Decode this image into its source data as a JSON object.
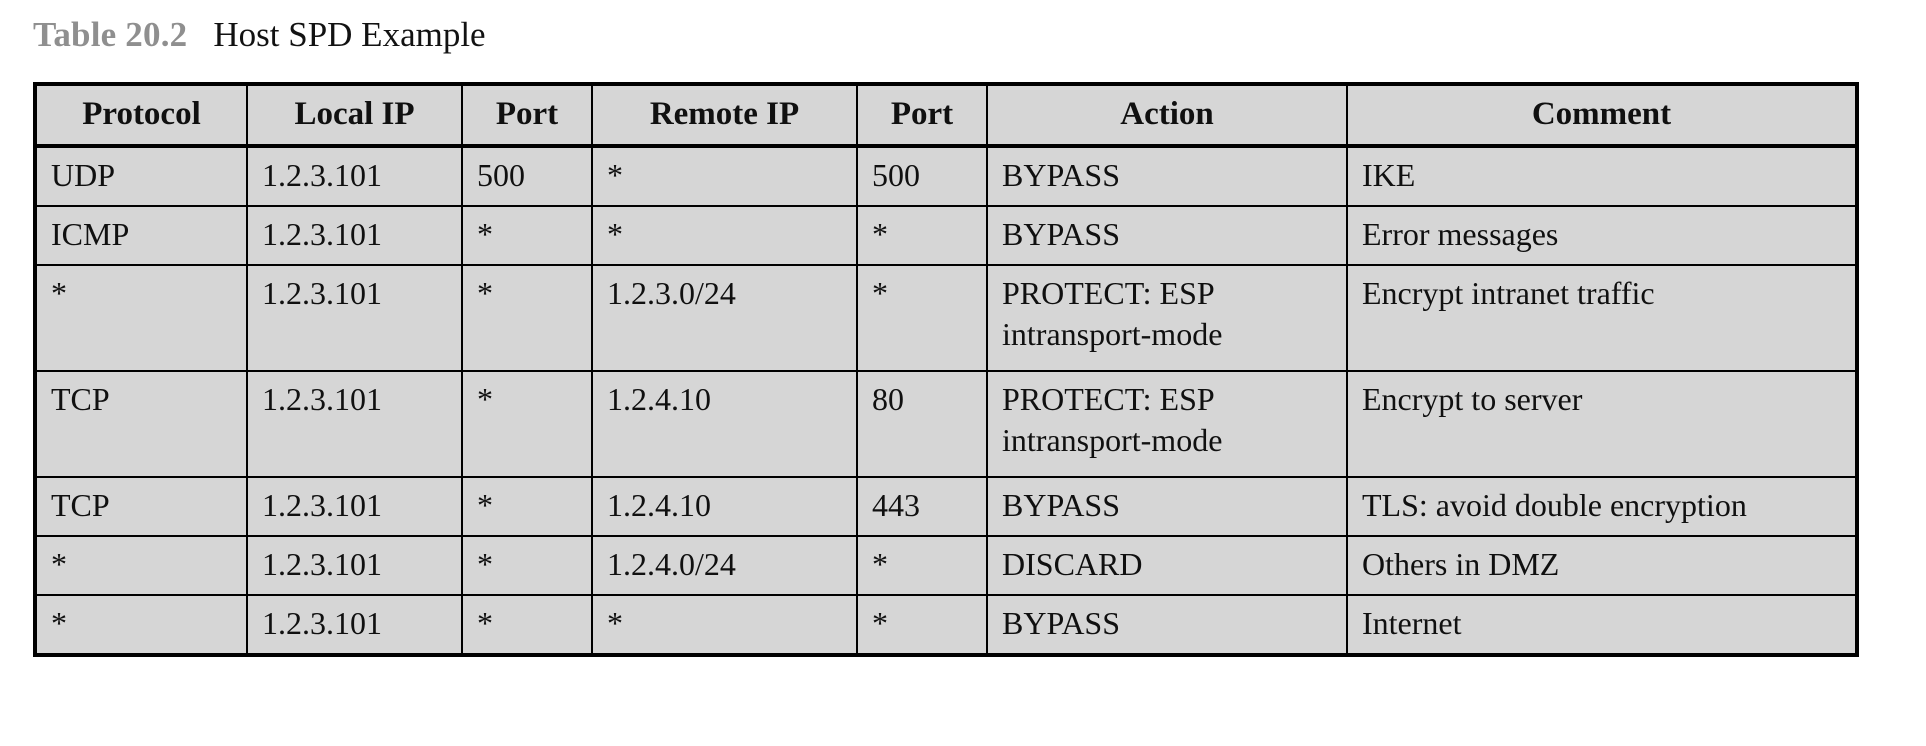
{
  "caption": {
    "label": "Table 20.2",
    "title": "Host SPD Example",
    "label_color": "#8f8f8f",
    "title_color": "#121212"
  },
  "table": {
    "background_color": "#d6d6d6",
    "border_color": "#000000",
    "columns": [
      "Protocol",
      "Local IP",
      "Port",
      "Remote IP",
      "Port",
      "Action",
      "Comment"
    ],
    "rows": [
      {
        "protocol": "UDP",
        "local_ip": "1.2.3.101",
        "local_port": "500",
        "remote_ip": "*",
        "remote_port": "500",
        "action": "BYPASS",
        "comment": "IKE"
      },
      {
        "protocol": "ICMP",
        "local_ip": "1.2.3.101",
        "local_port": "*",
        "remote_ip": "*",
        "remote_port": "*",
        "action": "BYPASS",
        "comment": "Error messages"
      },
      {
        "protocol": "*",
        "local_ip": "1.2.3.101",
        "local_port": "*",
        "remote_ip": "1.2.3.0/24",
        "remote_port": "*",
        "action": "PROTECT: ESP\nintransport-mode",
        "comment": "Encrypt intranet traffic"
      },
      {
        "protocol": "TCP",
        "local_ip": "1.2.3.101",
        "local_port": "*",
        "remote_ip": "1.2.4.10",
        "remote_port": "80",
        "action": "PROTECT: ESP\nintransport-mode",
        "comment": "Encrypt to server"
      },
      {
        "protocol": "TCP",
        "local_ip": "1.2.3.101",
        "local_port": "*",
        "remote_ip": "1.2.4.10",
        "remote_port": "443",
        "action": "BYPASS",
        "comment": "TLS: avoid double encryption"
      },
      {
        "protocol": "*",
        "local_ip": "1.2.3.101",
        "local_port": "*",
        "remote_ip": "1.2.4.0/24",
        "remote_port": "*",
        "action": "DISCARD",
        "comment": "Others in DMZ"
      },
      {
        "protocol": "*",
        "local_ip": "1.2.3.101",
        "local_port": "*",
        "remote_ip": "*",
        "remote_port": "*",
        "action": "BYPASS",
        "comment": "Internet"
      }
    ]
  }
}
